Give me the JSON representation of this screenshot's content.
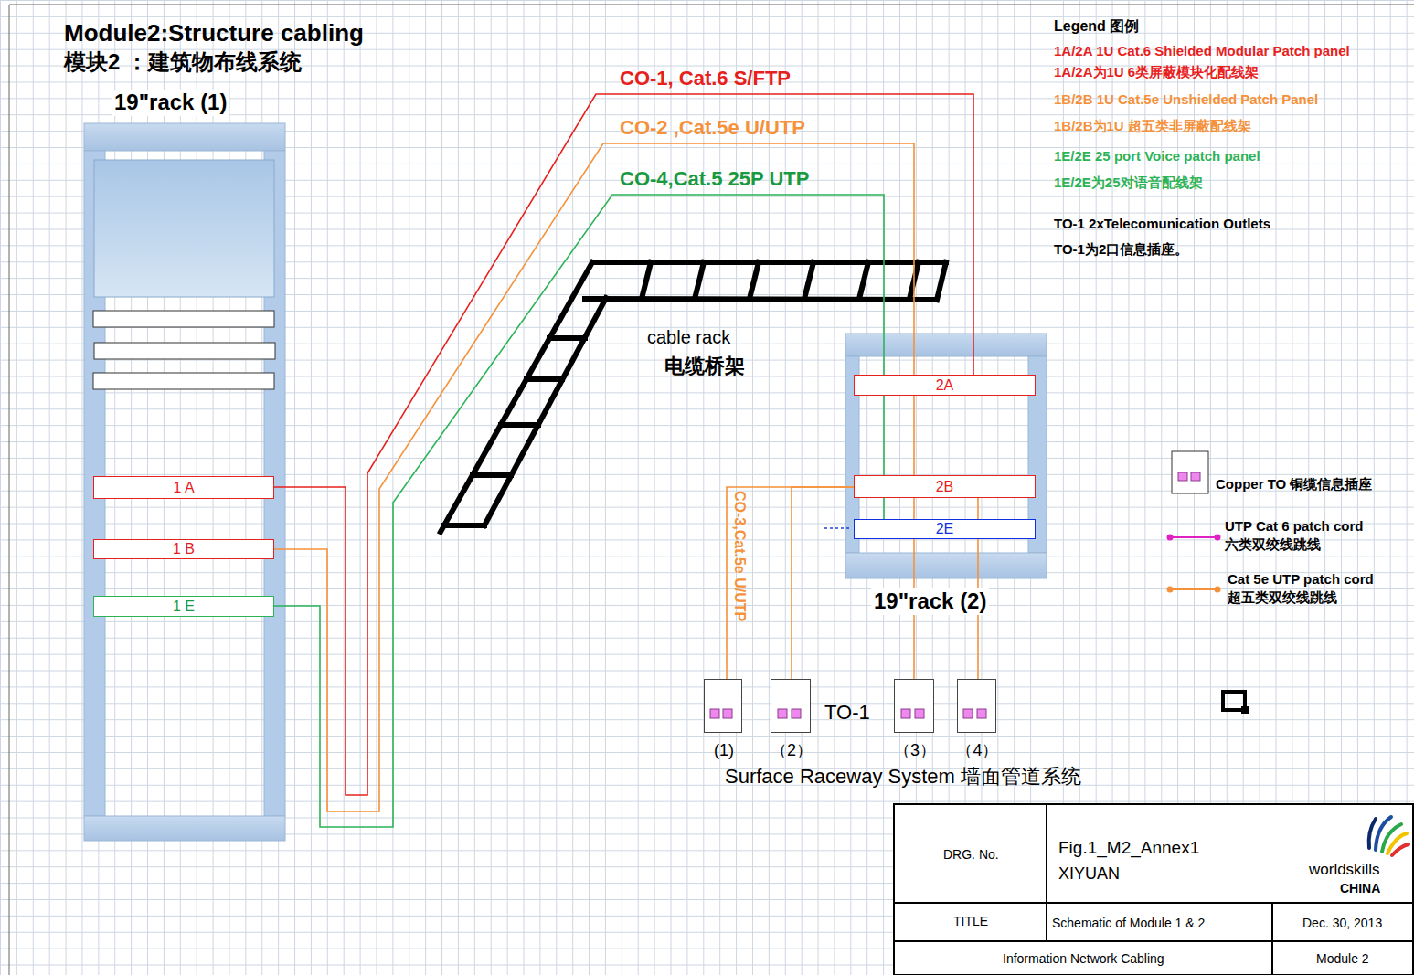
{
  "diagram": {
    "title": "Module2:Structure cabling",
    "nodes": [
      {
        "text": [
          "19\"rack (1)"
        ]
      },
      {
        "text": [
          "1 A"
        ],
        "in": 0
      },
      {
        "text": [
          "1 B"
        ],
        "in": 0
      },
      {
        "text": [
          "1 E"
        ],
        "in": 0
      },
      {
        "text": [
          "19\"rack (2)"
        ]
      },
      {
        "text": [
          "2A"
        ],
        "in": 4
      },
      {
        "text": [
          "2B"
        ],
        "in": 4
      },
      {
        "text": [
          "2E"
        ],
        "in": 4
      },
      {
        "text": [
          "(1)"
        ]
      },
      {
        "text": [
          "（2）"
        ]
      },
      {
        "text": [
          "（3）"
        ]
      },
      {
        "text": [
          "（4）"
        ]
      }
    ],
    "edges": [
      {
        "from": 1,
        "to": 5,
        "arrow": "none",
        "label": "CO-1, Cat.6 S/FTP"
      },
      {
        "from": 2,
        "to": 6,
        "arrow": "none",
        "label": "CO-2 ,Cat.5e U/UTP"
      },
      {
        "from": 3,
        "to": 7,
        "arrow": "none",
        "label": "CO-4,Cat.5 25P UTP"
      },
      {
        "from": 6,
        "to": 8,
        "arrow": "none",
        "label": "CO-3,Cat.5e U/UTP"
      },
      {
        "from": 6,
        "to": 9,
        "arrow": "none"
      },
      {
        "from": 6,
        "to": 10,
        "arrow": "none"
      },
      {
        "from": 6,
        "to": 11,
        "arrow": "none"
      }
    ],
    "labels": [
      "模块2 ：建筑物布线系统",
      "cable rack",
      "电缆桥架",
      "TO-1",
      "Surface Raceway System 墙面管道系统",
      "Legend 图例",
      "1A/2A 1U Cat.6 Shielded Modular Patch panel",
      "1A/2A为1U 6类屏蔽模块化配线架",
      "1B/2B 1U Cat.5e Unshielded Patch Panel",
      "1B/2B为1U 超五类非屏蔽配线架",
      "1E/2E 25 port Voice patch panel",
      "1E/2E为25对语音配线架",
      "TO-1 2xTelecomunication Outlets",
      "TO-1为2口信息插座。",
      "DRG. No.",
      "Fig.1_M2_Annex1",
      "XIYUAN",
      "TITLE",
      "Schematic of Module 1 & 2",
      "Dec. 30, 2013",
      "Information Network Cabling",
      "Module 2",
      "worldskills",
      "CHINA"
    ],
    "legend": [
      {
        "text": "Copper TO 铜缆信息插座"
      },
      {
        "text": "UTP Cat 6 patch cord 六类双绞线跳线"
      },
      {
        "text": "Cat 5e UTP patch cord 超五类双绞线跳线"
      }
    ]
  }
}
